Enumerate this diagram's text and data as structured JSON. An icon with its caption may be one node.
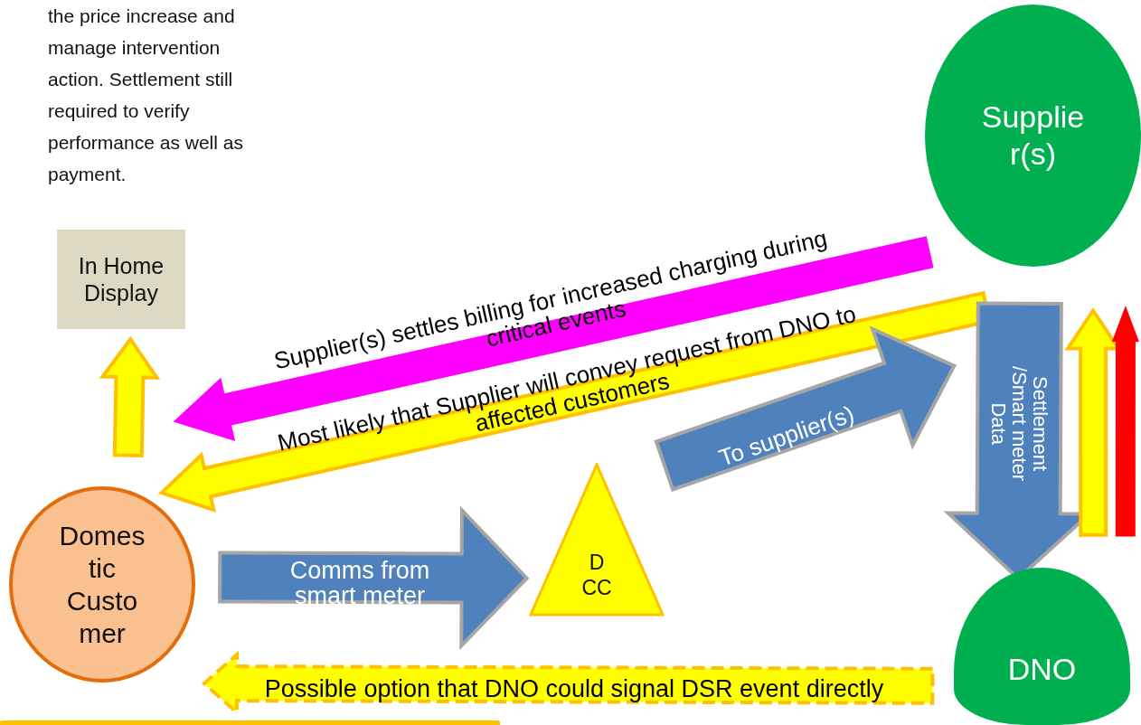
{
  "diagram": {
    "nodes": [
      {
        "text": [
          "Supplie r(s)"
        ]
      },
      {
        "text": [
          "In Home Display"
        ]
      },
      {
        "text": [
          "Domes tic Custo mer"
        ]
      },
      {
        "text": [
          "D CC"
        ]
      },
      {
        "text": [
          "DNO"
        ]
      }
    ],
    "edges": [
      {
        "from": 0,
        "to": 2,
        "arrow": "to",
        "label": "Supplier(s) settles billing for increased charging during critical events",
        "color": "#ff00ff"
      },
      {
        "from": 0,
        "to": 2,
        "arrow": "to",
        "label": "Most likely that Supplier will convey request from DNO to affected customers"
      },
      {
        "from": 2,
        "to": 1,
        "arrow": "to"
      },
      {
        "from": 2,
        "to": 3,
        "arrow": "to",
        "label": "Comms from smart meter",
        "color": "#4f81bd"
      },
      {
        "from": 3,
        "to": 0,
        "arrow": "to",
        "label": "To supplier(s)",
        "color": "#4f81bd"
      },
      {
        "from": 0,
        "to": 4,
        "arrow": "to",
        "label": "Settlement /Smart meter Data",
        "color": "#4f81bd"
      },
      {
        "from": 4,
        "to": 0,
        "arrow": "to"
      },
      {
        "from": 4,
        "to": 0,
        "arrow": "to",
        "color": "#ff0000"
      },
      {
        "from": 4,
        "to": 2,
        "arrow": "to",
        "label": "Possible option that DNO could signal DSR event directly",
        "style": "dashed"
      }
    ],
    "labels": [
      "the price increase and manage intervention action. Settlement still required to verify performance as well as payment."
    ]
  }
}
